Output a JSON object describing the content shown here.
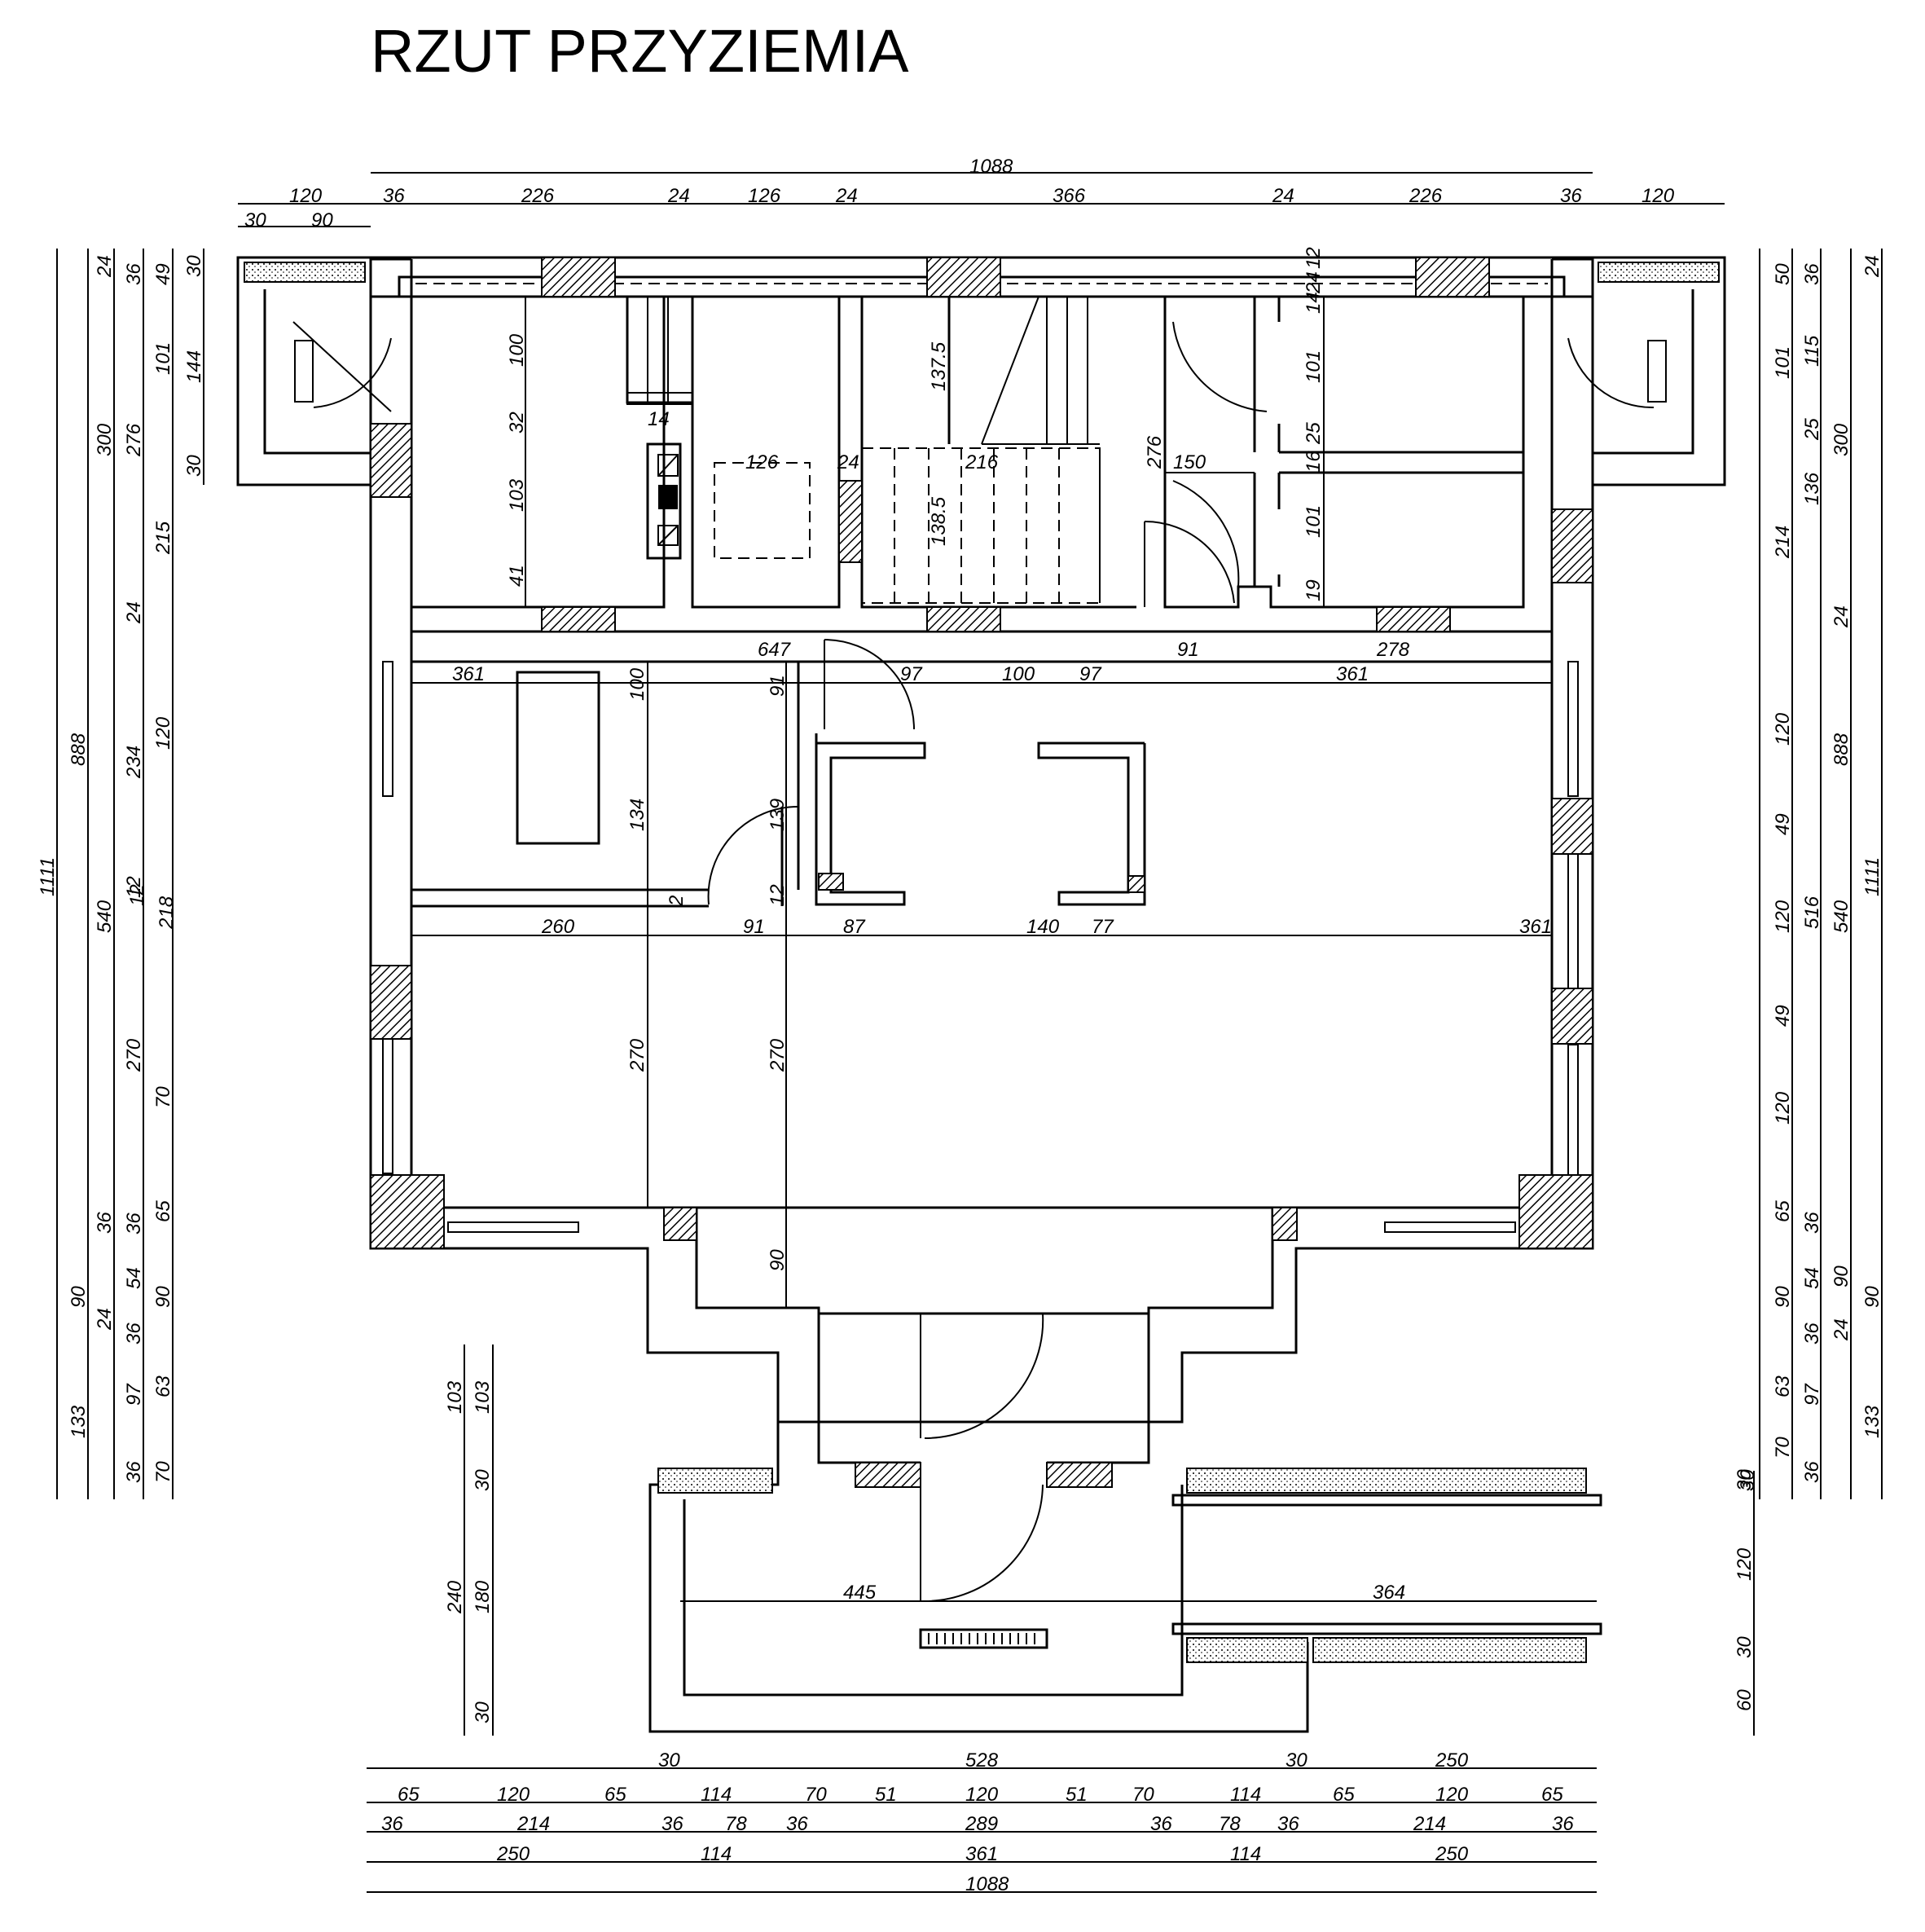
{
  "title": "RZUT PRZYZIEMIA",
  "dims_top": {
    "overall": "1088",
    "row1": [
      "120",
      "36",
      "226",
      "24",
      "126",
      "24",
      "366",
      "24",
      "226",
      "36",
      "120"
    ],
    "row2": [
      "30",
      "90"
    ]
  },
  "dims_bottom": {
    "row1": [
      "30",
      "528",
      "30",
      "250"
    ],
    "row2": [
      "65",
      "120",
      "65",
      "114",
      "70",
      "51",
      "120",
      "51",
      "70",
      "114",
      "65",
      "120",
      "65"
    ],
    "row3": [
      "36",
      "214",
      "36",
      "78",
      "36",
      "289",
      "36",
      "78",
      "36",
      "214",
      "36"
    ],
    "row4": [
      "250",
      "114",
      "361",
      "114",
      "250"
    ],
    "overall": "1088"
  },
  "dims_left": {
    "col_overall": "1111",
    "col_a": [
      "888",
      "90",
      "133"
    ],
    "col_b": [
      "24",
      "300",
      "24",
      "540",
      "36",
      "24",
      "97",
      "36"
    ],
    "col_c": [
      "36",
      "276",
      "234",
      "12",
      "218",
      "270",
      "36",
      "54",
      "36",
      "70"
    ],
    "col_d": [
      "49",
      "101",
      "215",
      "120",
      "65",
      "90",
      "63",
      "70"
    ],
    "col_e": [
      "30",
      "144",
      "30"
    ],
    "porch": [
      "103",
      "103",
      "30",
      "240",
      "180",
      "30"
    ]
  },
  "dims_right": {
    "col_overall": "1111",
    "col_a": [
      "888",
      "90",
      "133"
    ],
    "col_b": [
      "24",
      "300",
      "24",
      "540",
      "36",
      "24",
      "97",
      "36"
    ],
    "col_c": [
      "36",
      "115",
      "25",
      "136",
      "516",
      "90",
      "36",
      "54",
      "70"
    ],
    "col_d": [
      "50",
      "101",
      "214",
      "120",
      "49",
      "120",
      "49",
      "120",
      "65",
      "90",
      "63",
      "30"
    ],
    "porch": [
      "30",
      "120",
      "30",
      "60"
    ]
  },
  "dims_interior": {
    "kitchen_v": [
      "100",
      "32",
      "103",
      "41"
    ],
    "small": [
      "14",
      "126",
      "24",
      "216",
      "276",
      "150"
    ],
    "stair_v": [
      "137.5",
      "138.5"
    ],
    "wc_v": [
      "12",
      "24",
      "14",
      "101",
      "25",
      "16",
      "101",
      "19"
    ],
    "hall": [
      "647",
      "91",
      "278",
      "361",
      "100",
      "91",
      "97",
      "100",
      "97",
      "361"
    ],
    "living_v": [
      "134",
      "139",
      "12",
      "2",
      "12"
    ],
    "living_h": [
      "260",
      "91",
      "87",
      "140",
      "77",
      "361"
    ],
    "living_v2": [
      "270",
      "270",
      "90"
    ],
    "porch_h": [
      "445",
      "364"
    ]
  }
}
